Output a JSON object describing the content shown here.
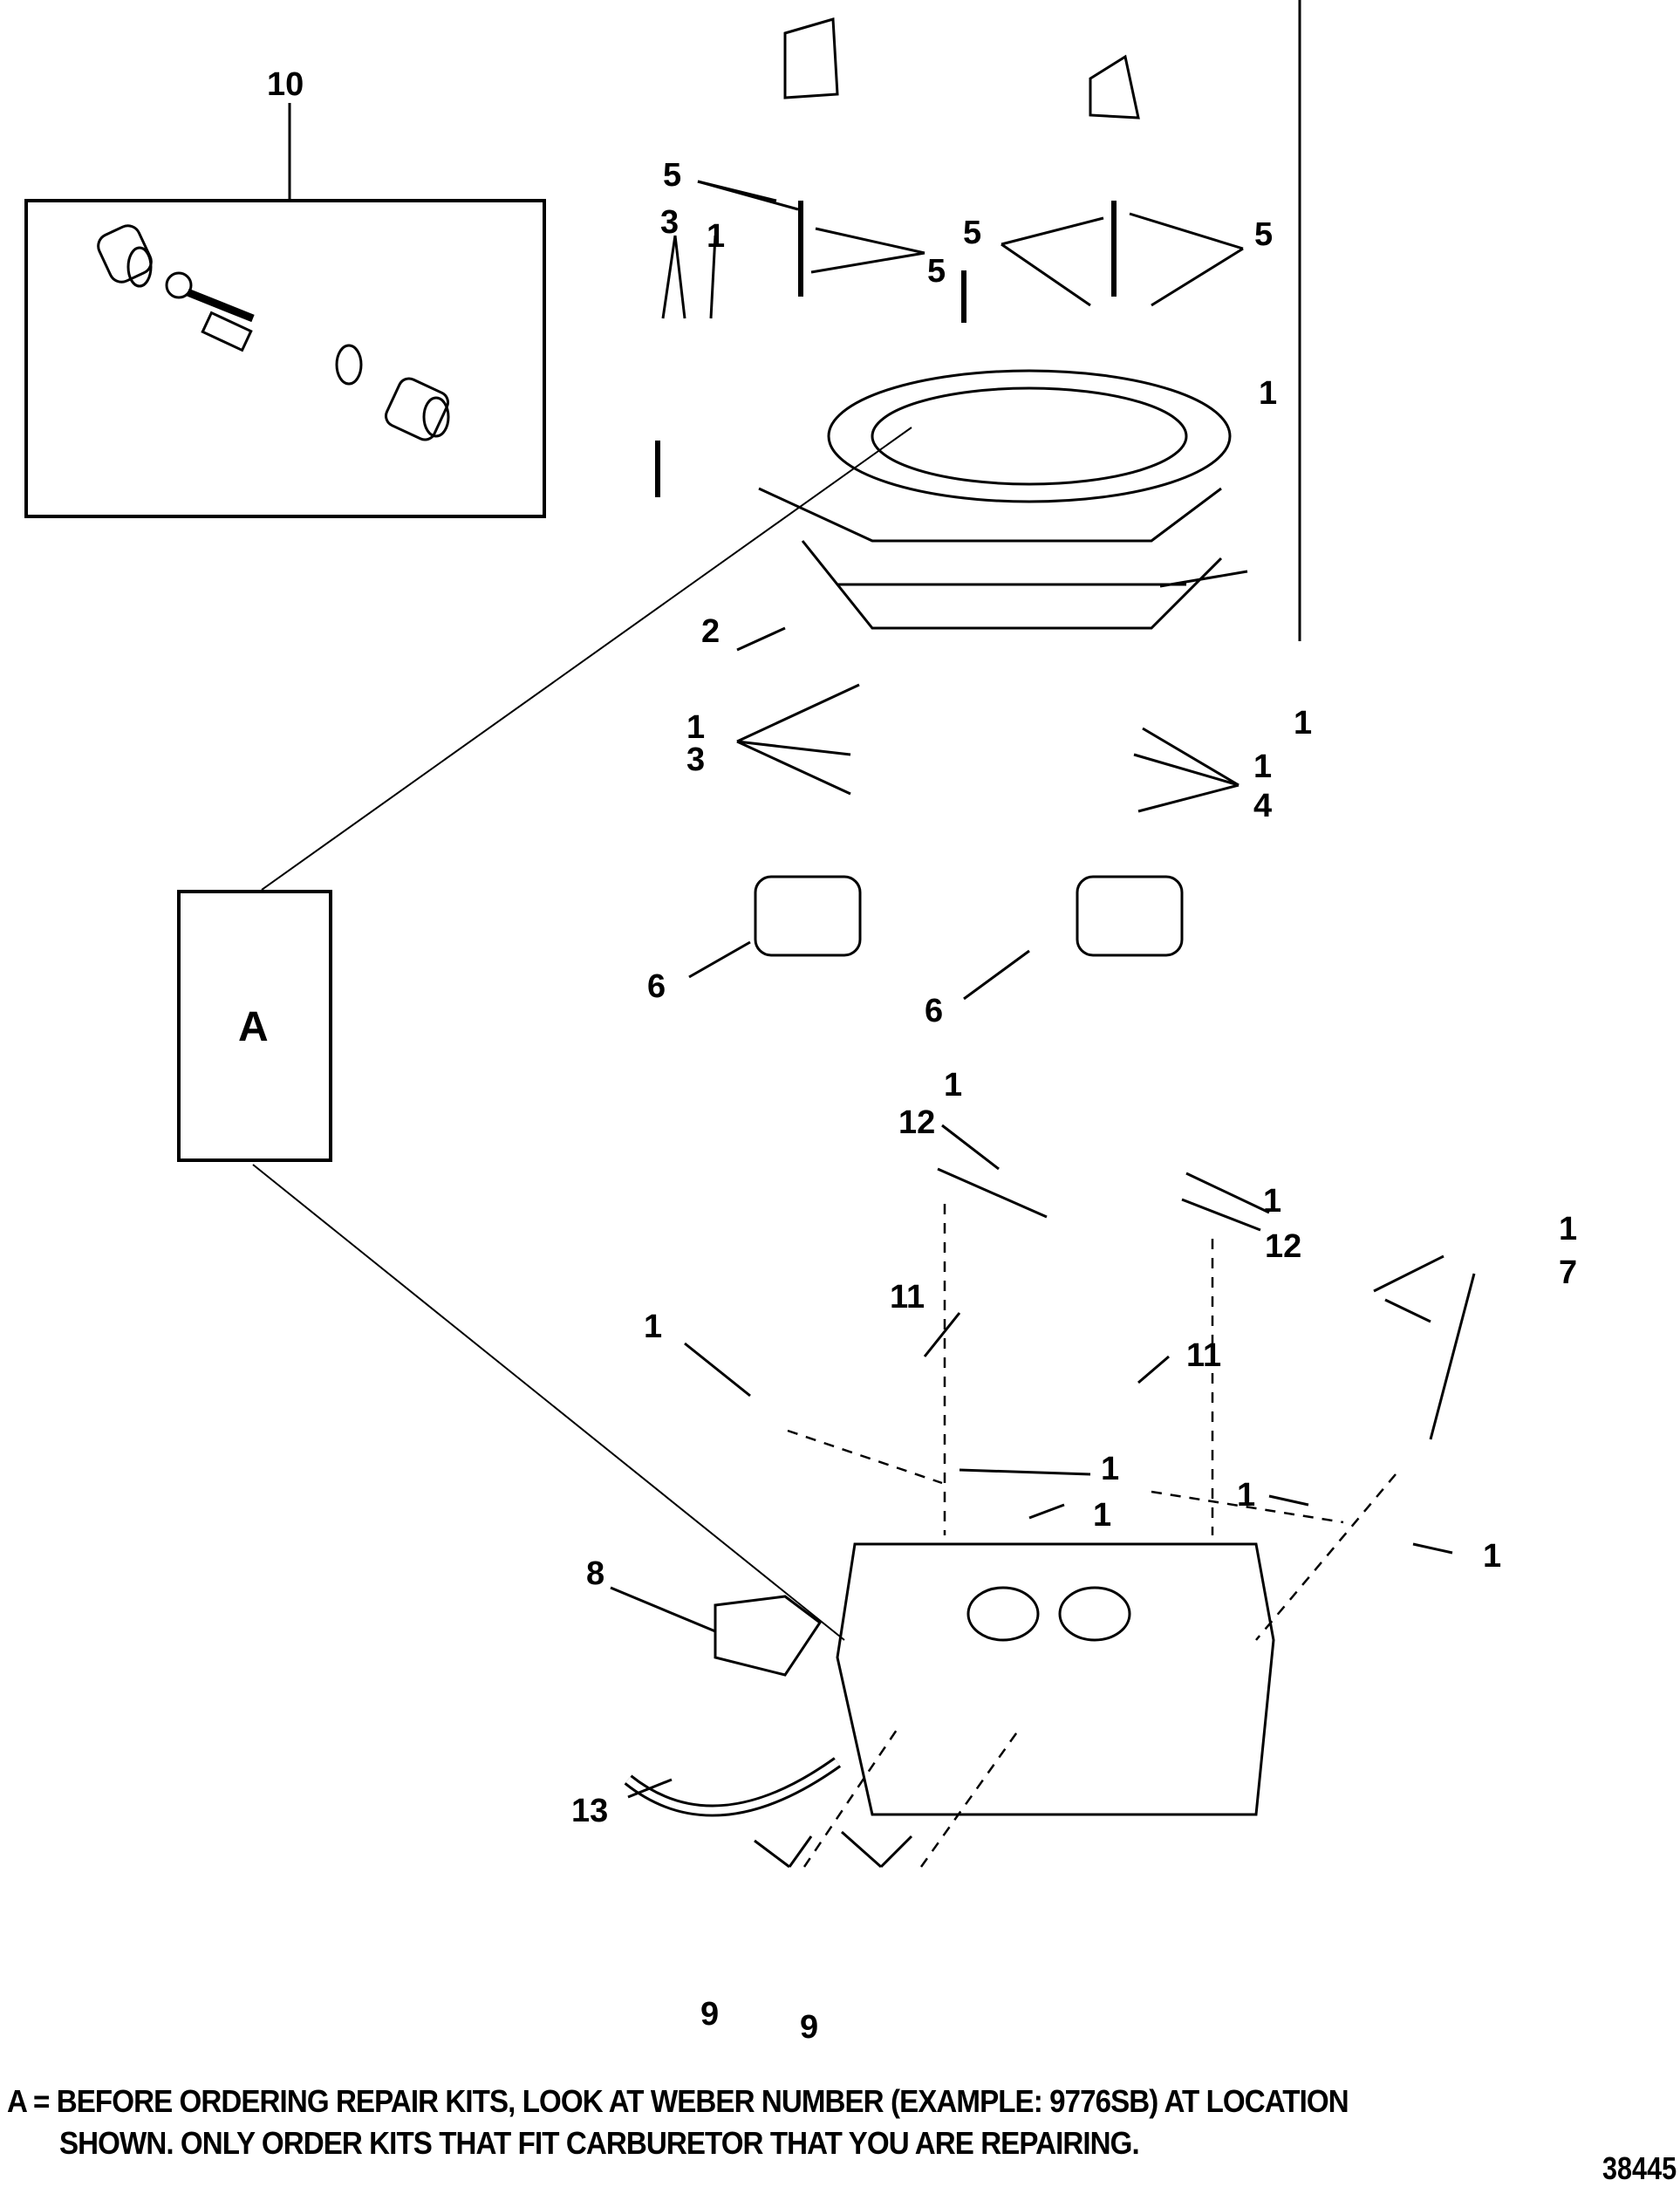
{
  "diagram": {
    "title": "Carburetor exploded parts view",
    "inset_box": {
      "callout": "10"
    },
    "reference_box": {
      "label": "A"
    },
    "callouts": [
      {
        "id": "c10",
        "text": "10"
      },
      {
        "id": "c5a",
        "text": "5"
      },
      {
        "id": "c3a",
        "text": "3"
      },
      {
        "id": "c1a",
        "text": "1"
      },
      {
        "id": "c5b",
        "text": "5"
      },
      {
        "id": "c5c",
        "text": "5"
      },
      {
        "id": "c5d",
        "text": "5"
      },
      {
        "id": "c1b",
        "text": "1"
      },
      {
        "id": "c2",
        "text": "2"
      },
      {
        "id": "c1c",
        "text": "1"
      },
      {
        "id": "c1d",
        "text": "1"
      },
      {
        "id": "c3b",
        "text": "3"
      },
      {
        "id": "c1e",
        "text": "1"
      },
      {
        "id": "c4",
        "text": "4"
      },
      {
        "id": "c6a",
        "text": "6"
      },
      {
        "id": "c6b",
        "text": "6"
      },
      {
        "id": "c1f",
        "text": "1"
      },
      {
        "id": "c12a",
        "text": "12"
      },
      {
        "id": "c1g",
        "text": "1"
      },
      {
        "id": "c12b",
        "text": "12"
      },
      {
        "id": "c1h",
        "text": "1"
      },
      {
        "id": "c7",
        "text": "7"
      },
      {
        "id": "c1i",
        "text": "1"
      },
      {
        "id": "c11a",
        "text": "11"
      },
      {
        "id": "c11b",
        "text": "11"
      },
      {
        "id": "c1j",
        "text": "1"
      },
      {
        "id": "c1k",
        "text": "1"
      },
      {
        "id": "c1l",
        "text": "1"
      },
      {
        "id": "c1m",
        "text": "1"
      },
      {
        "id": "c8",
        "text": "8"
      },
      {
        "id": "c13",
        "text": "13"
      },
      {
        "id": "c9a",
        "text": "9"
      },
      {
        "id": "c9b",
        "text": "9"
      }
    ],
    "note_line1": "A = BEFORE ORDERING REPAIR KITS, LOOK AT WEBER NUMBER (EXAMPLE:  9776SB) AT LOCATION",
    "note_line2": "SHOWN.  ONLY ORDER KITS THAT FIT CARBURETOR THAT YOU ARE REPAIRING.",
    "figure_number": "38445"
  }
}
